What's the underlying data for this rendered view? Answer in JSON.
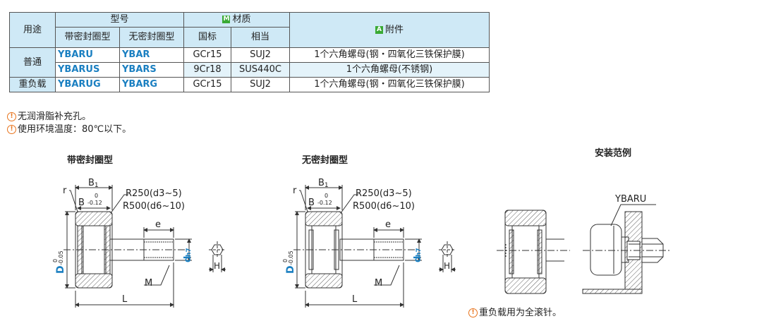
{
  "table": {
    "h_use": "用途",
    "h_model": "型号",
    "h_material_tag": "M",
    "h_material": "材质",
    "h_accessory_tag": "A",
    "h_accessory": "附件",
    "h_sealed": "带密封圈型",
    "h_unsealed": "无密封圈型",
    "h_gb": "国标",
    "h_equiv": "相当",
    "rows": [
      {
        "use": "普通",
        "sealed": "YBARU",
        "unsealed": "YBAR",
        "gb": "GCr15",
        "equiv": "SUJ2",
        "accessory": "1个六角螺母(钢・四氧化三铁保护膜)"
      },
      {
        "use": "",
        "sealed": "YBARUS",
        "unsealed": "YBARS",
        "gb": "9Cr18",
        "equiv": "SUS440C",
        "accessory": "1个六角螺母(不锈钢)"
      },
      {
        "use": "重负载",
        "sealed": "YBARUG",
        "unsealed": "YBARG",
        "gb": "GCr15",
        "equiv": "SUJ2",
        "accessory": "1个六角螺母(钢・四氧化三铁保护膜)"
      }
    ]
  },
  "notes": [
    "无润滑脂补充孔。",
    "使用环境温度：80℃以下。"
  ],
  "diagram1": {
    "title": "带密封圈型"
  },
  "diagram2": {
    "title": "无密封圈型"
  },
  "diagram3": {
    "title": "安装范例",
    "label": "YBARU"
  },
  "dims": {
    "b1": "B",
    "b1_sub": "1",
    "b": "B",
    "b_tol_top": "0",
    "b_tol_bot": "-0.12",
    "r": "r",
    "r250": "R250(d3~5)",
    "r500": "R500(d6~10)",
    "e": "e",
    "d1": "d",
    "d1_sub": "h7",
    "D": "D",
    "D_tol_top": "0",
    "D_tol_bot": "-0.05",
    "H": "H",
    "M": "M",
    "L": "L"
  },
  "footnote": "重负载用为全滚针。",
  "colors": {
    "header_bg": "#cfe9f6",
    "model_text": "#1a7fc1",
    "tag_green": "#3aaa35",
    "warn_orange": "#e8731c",
    "dim_blue": "#1a7fc1"
  }
}
